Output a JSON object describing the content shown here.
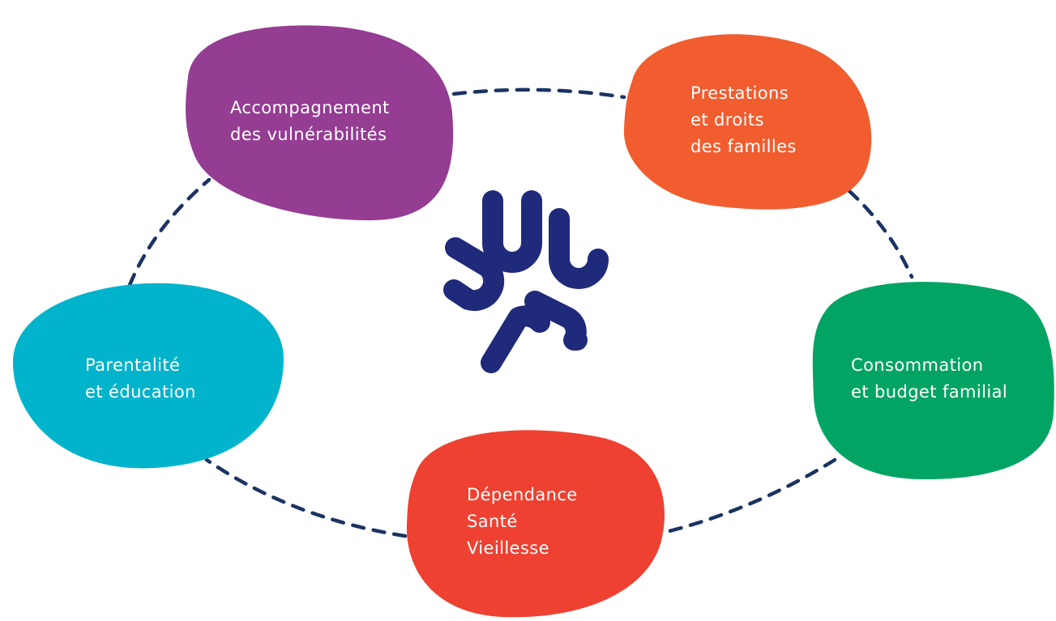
{
  "colors": {
    "purple": "#943d93",
    "orange": "#f15d2f",
    "teal": "#01b3cb",
    "green": "#01a463",
    "red": "#ee4131",
    "navy": "#1b3363",
    "logo": "#1f2a7a"
  },
  "blobs": [
    {
      "id": "accompagnement",
      "color": "purple",
      "lines": [
        "Accompagnement",
        "des vulnérabilités"
      ]
    },
    {
      "id": "prestations",
      "color": "orange",
      "lines": [
        "Prestations",
        "et droits",
        "des familles"
      ]
    },
    {
      "id": "parentalite",
      "color": "teal",
      "lines": [
        "Parentalité",
        "et éducation"
      ]
    },
    {
      "id": "consommation",
      "color": "green",
      "lines": [
        "Consommation",
        "et budget familial"
      ]
    },
    {
      "id": "dependance",
      "color": "red",
      "lines": [
        "Dépendance",
        "Santé",
        "Vieillesse"
      ]
    }
  ],
  "center_logo": {
    "icon": "unaf-logo-icon"
  }
}
